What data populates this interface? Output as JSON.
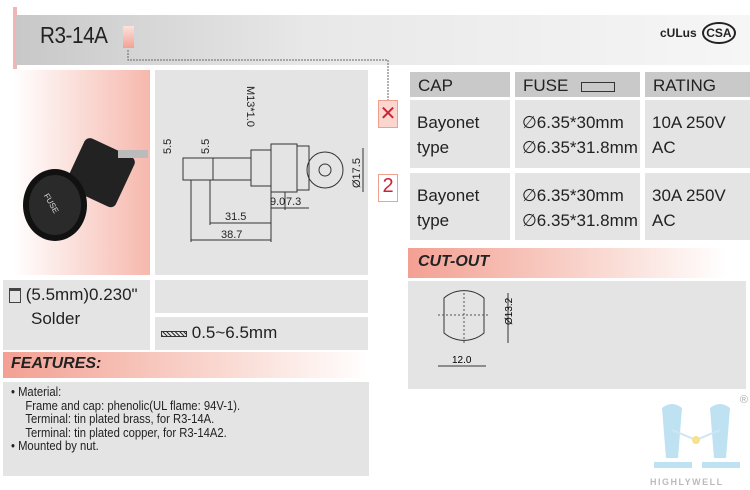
{
  "header": {
    "title": "R3-14A",
    "certifications": [
      "cULus",
      "CSA"
    ]
  },
  "series_marker_2": "2",
  "table": {
    "headers": [
      "CAP",
      "FUSE",
      "RATING"
    ],
    "rows": [
      {
        "cap": "Bayonet type",
        "fuse": [
          "∅6.35*30mm",
          "∅6.35*31.8mm"
        ],
        "rating": "10A 250V AC"
      },
      {
        "cap": "Bayonet type",
        "fuse": [
          "∅6.35*30mm",
          "∅6.35*31.8mm"
        ],
        "rating": "30A 250V AC"
      }
    ]
  },
  "drawing": {
    "dims": [
      "5.5",
      "5.5",
      "M13*1.0",
      "31.5",
      "9.0",
      "7.3",
      "38.7",
      "Ø17.5"
    ]
  },
  "cutout": {
    "title": "CUT-OUT",
    "dims": [
      "Ø13.2",
      "12.0"
    ]
  },
  "terminal": {
    "size": "(5.5mm)0.230\"",
    "type": "Solder"
  },
  "panel_thickness": "0.5~6.5mm",
  "features": {
    "title": "FEATURES:",
    "items": [
      "• Material:",
      "Frame and cap: phenolic(UL flame: 94V-1).",
      "Terminal: tin plated brass, for R3-14A.",
      "Terminal: tin plated copper, for R3-14A2.",
      "• Mounted by nut."
    ]
  },
  "logo": {
    "text": "HIGHLYWELL",
    "registered": "®"
  }
}
